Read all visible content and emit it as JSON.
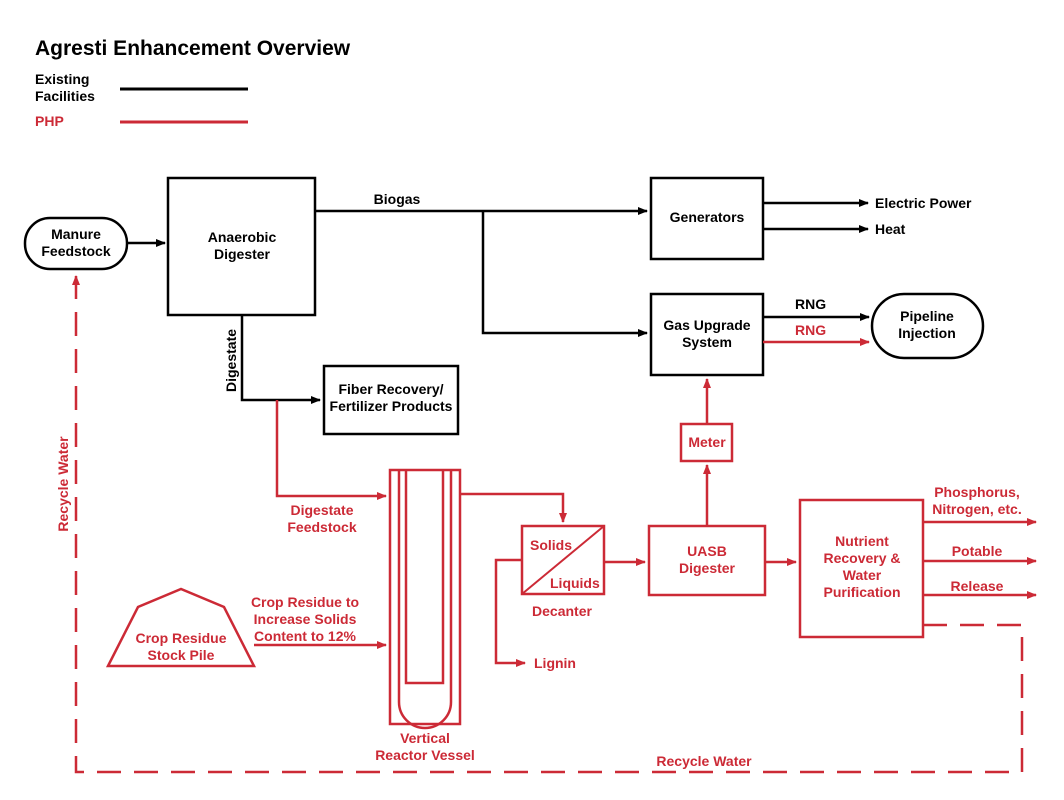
{
  "title": "Agresti Enhancement Overview",
  "legend": {
    "existing_line1": "Existing",
    "existing_line2": "Facilities",
    "php": "PHP"
  },
  "colors": {
    "existing": "#000000",
    "php": "#cc2a36"
  },
  "nodes": {
    "manure": [
      "Manure",
      "Feedstock"
    ],
    "digester": [
      "Anaerobic",
      "Digester"
    ],
    "generators": "Generators",
    "gas_upgrade": [
      "Gas Upgrade",
      "System"
    ],
    "pipeline": [
      "Pipeline",
      "Injection"
    ],
    "fiber": [
      "Fiber Recovery/",
      "Fertilizer Products"
    ],
    "meter": "Meter",
    "uasb": [
      "UASB",
      "Digester"
    ],
    "nutrient": [
      "Nutrient",
      "Recovery &",
      "Water",
      "Purification"
    ],
    "crop_pile": [
      "Crop Residue",
      "Stock Pile"
    ],
    "reactor": [
      "Vertical",
      "Reactor Vessel"
    ],
    "decanter": "Decanter",
    "decanter_solids": "Solids",
    "decanter_liquids": "Liquids"
  },
  "labels": {
    "biogas": "Biogas",
    "electric_power": "Electric Power",
    "heat": "Heat",
    "rng_existing": "RNG",
    "rng_php": "RNG",
    "digestate": "Digestate",
    "digestate_feedstock": [
      "Digestate",
      "Feedstock"
    ],
    "crop_residue_note": [
      "Crop Residue to",
      "Increase Solids",
      "Content to 12%"
    ],
    "lignin": "Lignin",
    "phosphorus": [
      "Phosphorus,",
      "Nitrogen, etc."
    ],
    "potable": "Potable",
    "release": "Release",
    "recycle_water_vertical": "Recycle Water",
    "recycle_water_bottom": "Recycle Water"
  }
}
